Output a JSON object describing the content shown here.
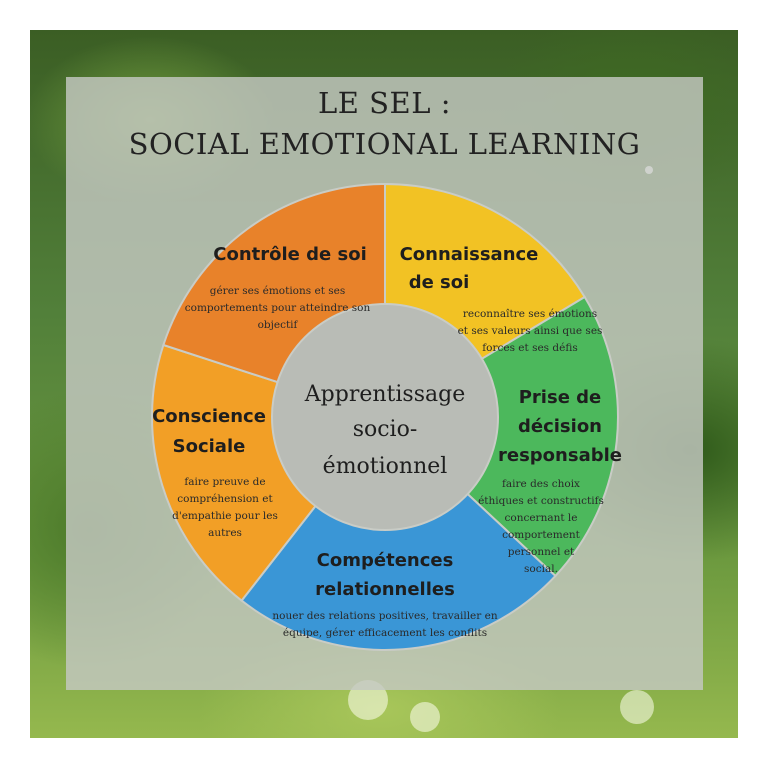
{
  "title": {
    "line1": "LE SEL :",
    "line2": "SOCIAL EMOTIONAL LEARNING"
  },
  "center": {
    "line1": "Apprentissage",
    "line2": "socio-",
    "line3": "émotionnel"
  },
  "segments": [
    {
      "id": "controle",
      "color": "#e8822a",
      "title_lines": [
        "Contrôle de soi"
      ],
      "desc_lines": [
        "gérer ses émotions et ses",
        "comportements pour atteindre son",
        "objectif"
      ]
    },
    {
      "id": "connaissance",
      "color": "#f2c224",
      "title_lines": [
        "Connaissance",
        "de soi"
      ],
      "desc_lines": [
        "reconnaître ses émotions",
        "et ses valeurs ainsi que ses",
        "forces et ses défis"
      ]
    },
    {
      "id": "decision",
      "color": "#4cb85c",
      "title_lines": [
        "Prise de",
        "décision",
        "responsable"
      ],
      "desc_lines": [
        "faire des choix",
        "éthiques  et constructifs",
        "concernant le",
        "comportement",
        "personnel et",
        "social."
      ]
    },
    {
      "id": "relationnelles",
      "color": "#3a96d6",
      "title_lines": [
        "Compétences",
        "relationnelles"
      ],
      "desc_lines": [
        "nouer des relations positives, travailler en",
        "équipe, gérer efficacement les conflits"
      ]
    },
    {
      "id": "conscience",
      "color": "#f29f26",
      "title_lines": [
        "Conscience",
        "Sociale"
      ],
      "desc_lines": [
        "faire preuve de",
        "compréhension et",
        "d'empathie pour les",
        "autres"
      ]
    }
  ],
  "colors": {
    "center_fill": "#b9bcb6",
    "separator": "#c9ccc6"
  }
}
